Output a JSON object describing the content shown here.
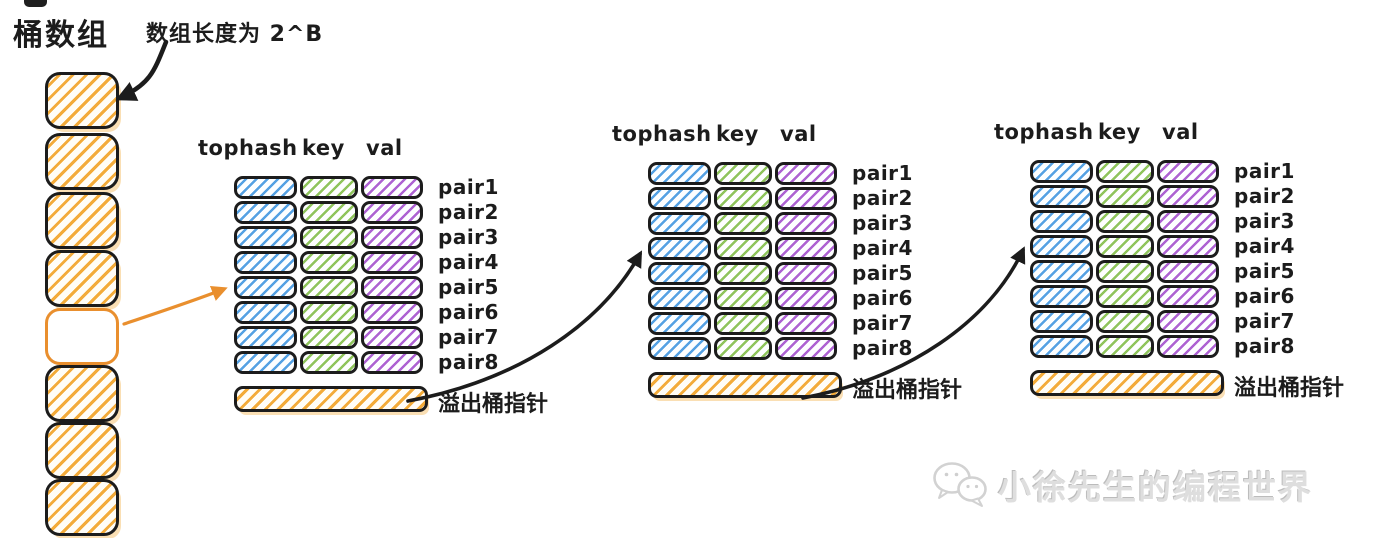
{
  "bucket_array": {
    "title": "桶数组",
    "annotation": "数组长度为 2^B",
    "bucket_count": 8,
    "highlighted_index": 4,
    "buckets": [
      "hatched",
      "hatched",
      "hatched",
      "hatched",
      "highlighted-empty",
      "hatched",
      "hatched",
      "hatched"
    ]
  },
  "bucket_tables": [
    {
      "headers": [
        "tophash",
        "key",
        "val"
      ],
      "pair_labels": [
        "pair1",
        "pair2",
        "pair3",
        "pair4",
        "pair5",
        "pair6",
        "pair7",
        "pair8"
      ],
      "overflow_label": "溢出桶指针"
    },
    {
      "headers": [
        "tophash",
        "key",
        "val"
      ],
      "pair_labels": [
        "pair1",
        "pair2",
        "pair3",
        "pair4",
        "pair5",
        "pair6",
        "pair7",
        "pair8"
      ],
      "overflow_label": "溢出桶指针"
    },
    {
      "headers": [
        "tophash",
        "key",
        "val"
      ],
      "pair_labels": [
        "pair1",
        "pair2",
        "pair3",
        "pair4",
        "pair5",
        "pair6",
        "pair7",
        "pair8"
      ],
      "overflow_label": "溢出桶指针"
    }
  ],
  "watermark": {
    "icon": "wechat-icon",
    "text": "小徐先生的编程世界"
  },
  "colors": {
    "outline": "#1c1c1c",
    "bucket_hatch": "#f3ab3a",
    "tophash_hatch": "#55a1e3",
    "key_hatch": "#8fc45c",
    "val_hatch": "#ad62d2",
    "highlight_orange": "#e98f2e",
    "watermark_gray": "#dedede"
  }
}
